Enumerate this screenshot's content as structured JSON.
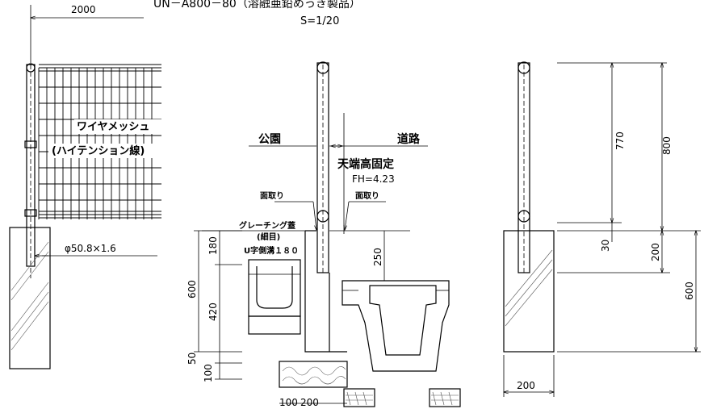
{
  "title": "UN－A800－80（溶融亜鉛めっき製品）",
  "scale": "S=1/20",
  "front_view": {
    "width_dim": "2000",
    "mesh_label_1": "ワイヤメッシュ",
    "mesh_label_2": "(ハイテンション線)",
    "post_label": "φ50.8×1.6"
  },
  "section_view": {
    "left_label": "公園",
    "right_label": "道路",
    "top_label": "天端高固定",
    "fh_label": "FH=4.23",
    "chamfer_left": "面取り",
    "chamfer_right": "面取り",
    "grating_1": "グレーチング蓋",
    "grating_2": "(細目)",
    "gutter": "U字側溝１８０",
    "dims": {
      "d180": "180",
      "d600": "600",
      "d420": "420",
      "d50": "50",
      "d100v": "100",
      "d250": "250",
      "d100h": "100",
      "d200h": "200"
    }
  },
  "side_view": {
    "d770": "770",
    "d800": "800",
    "d30": "30",
    "d200v": "200",
    "d600": "600",
    "d200h": "200"
  }
}
